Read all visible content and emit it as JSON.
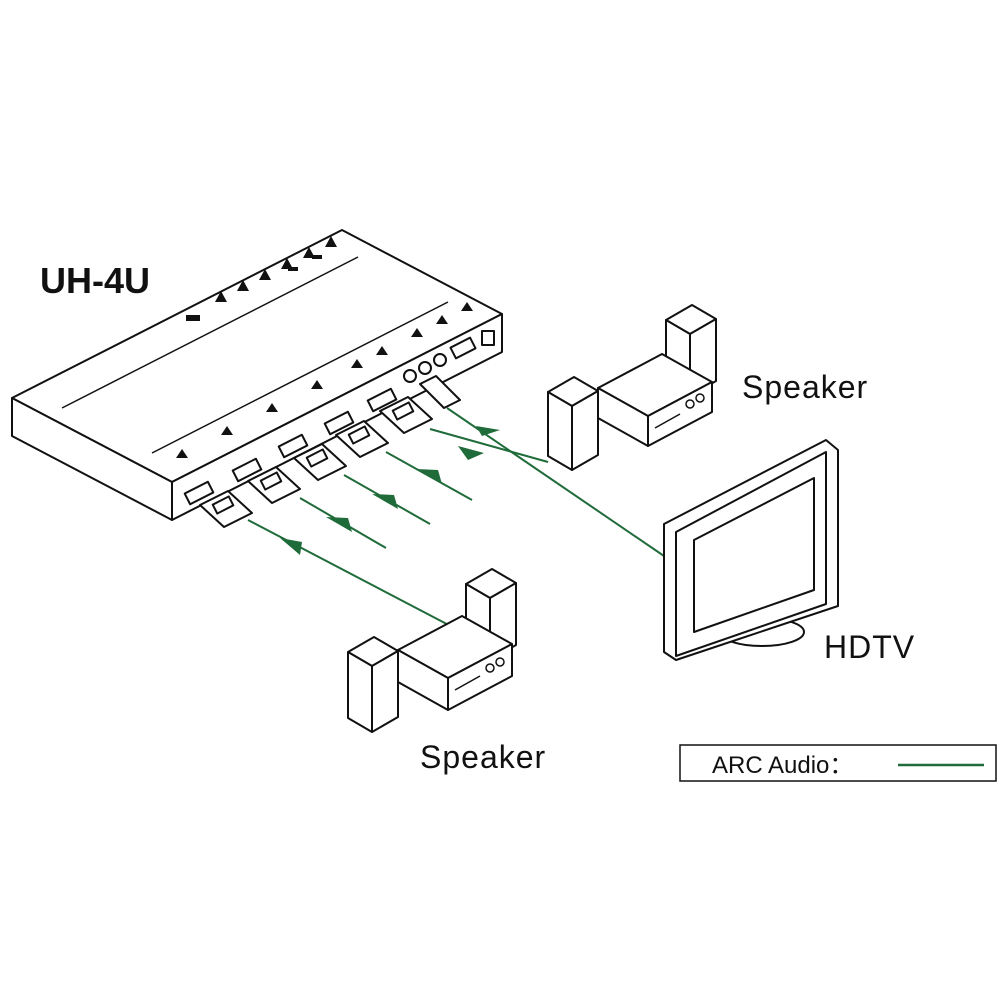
{
  "device": {
    "model": "UH-4U"
  },
  "devices": {
    "speaker_top": {
      "label": "Speaker"
    },
    "speaker_bottom": {
      "label": "Speaker"
    },
    "hdtv": {
      "label": "HDTV"
    }
  },
  "legend": {
    "label": "ARC Audio：",
    "line_color": "#1f6b3a"
  },
  "colors": {
    "cable": "#1f6b3a",
    "outline": "#111111"
  }
}
